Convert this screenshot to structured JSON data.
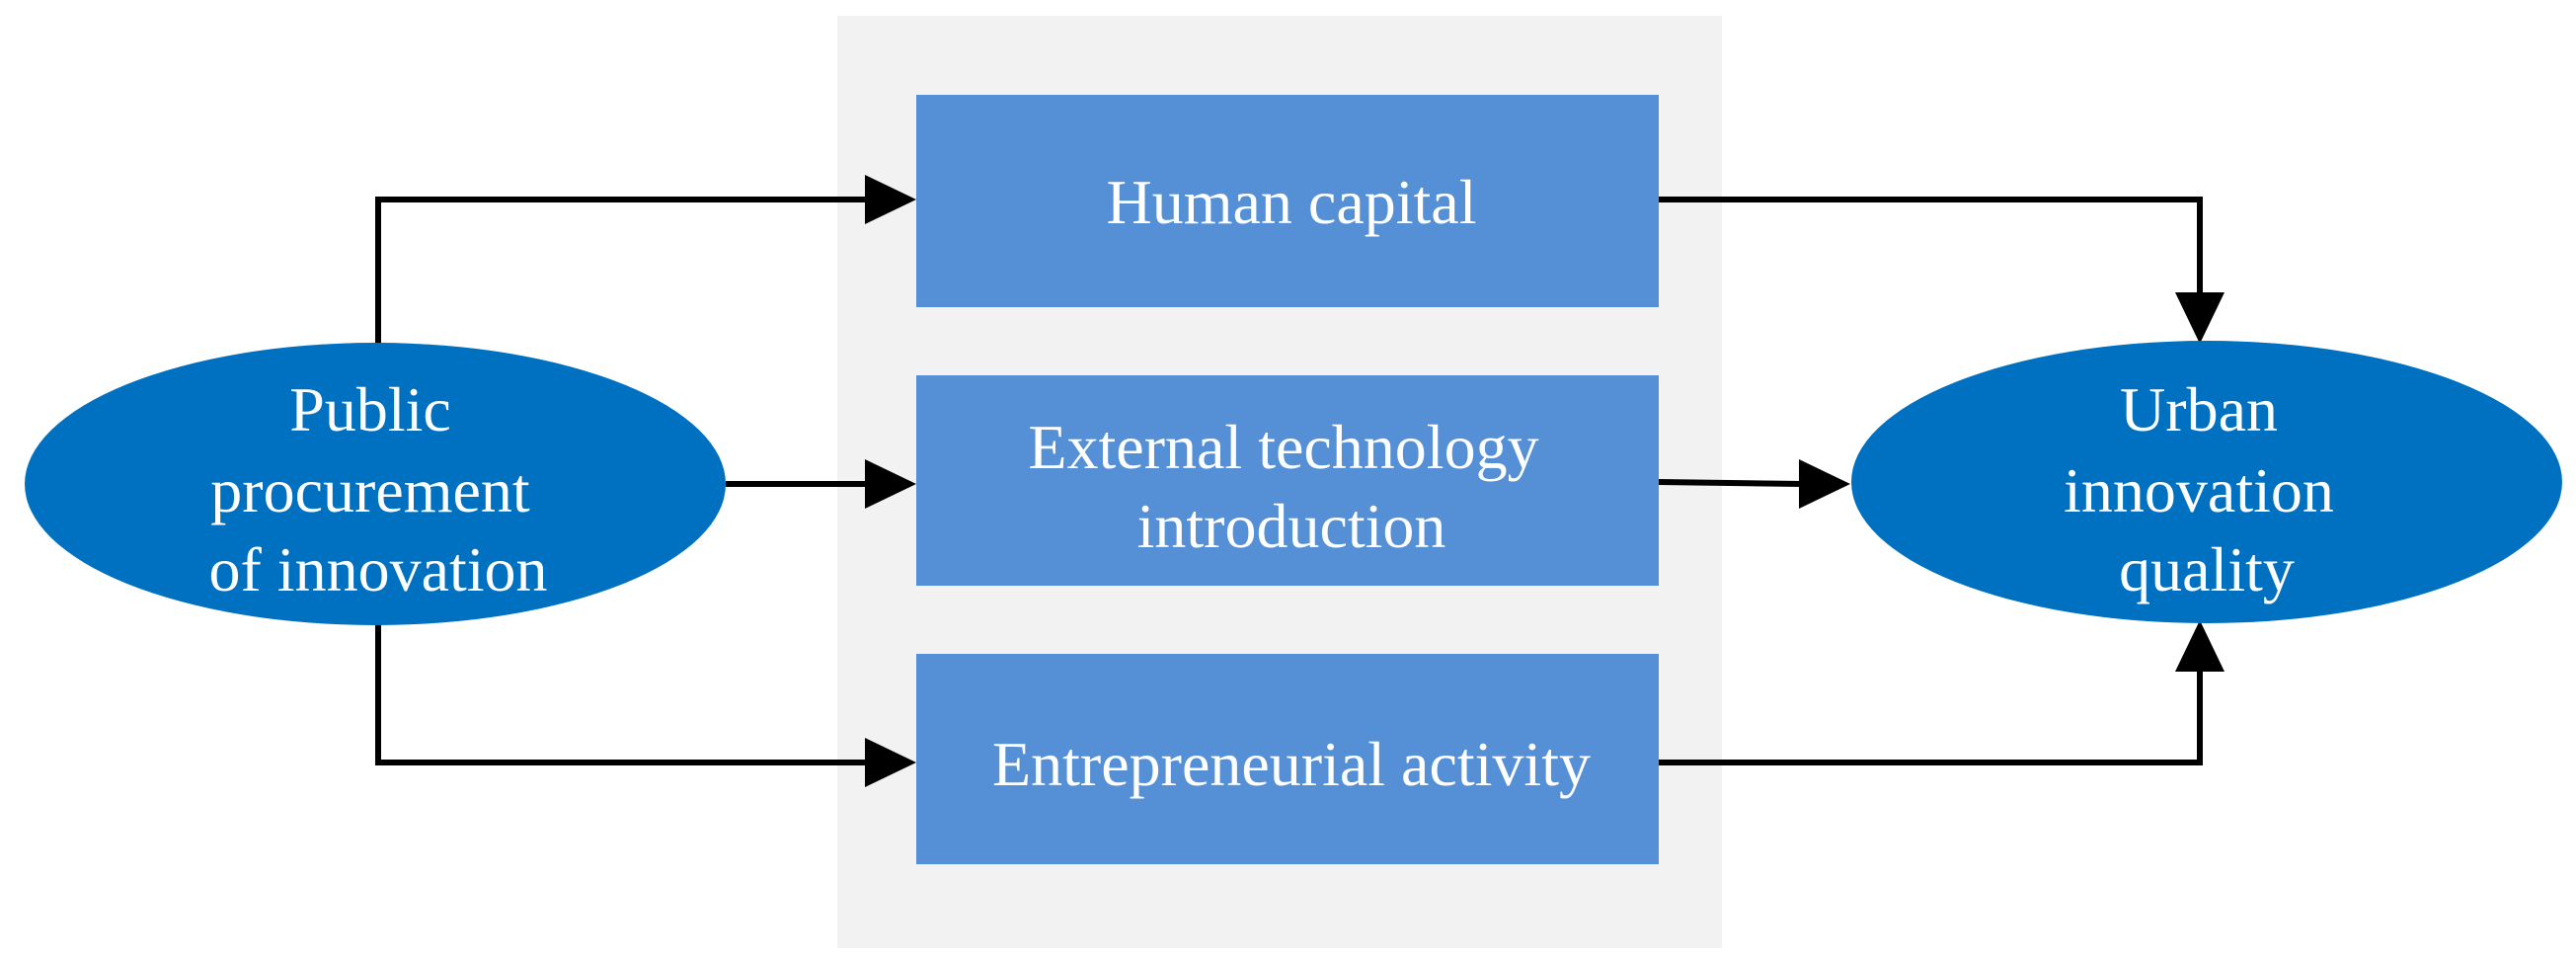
{
  "colors": {
    "ellipse_fill": "#0070C0",
    "box_fill": "#5590D6",
    "panel_fill": "#F2F2F2",
    "arrow": "#000000",
    "text": "#FFFFFF"
  },
  "nodes": {
    "source": {
      "lines": [
        "Public",
        "procurement",
        "of innovation"
      ]
    },
    "mediators": [
      {
        "id": "human-capital",
        "lines": [
          "Human capital"
        ]
      },
      {
        "id": "external-technology-introduction",
        "lines": [
          "External technology",
          "introduction"
        ]
      },
      {
        "id": "entrepreneurial-activity",
        "lines": [
          "Entrepreneurial activity"
        ]
      }
    ],
    "outcome": {
      "lines": [
        "Urban",
        "innovation",
        "quality"
      ]
    }
  }
}
